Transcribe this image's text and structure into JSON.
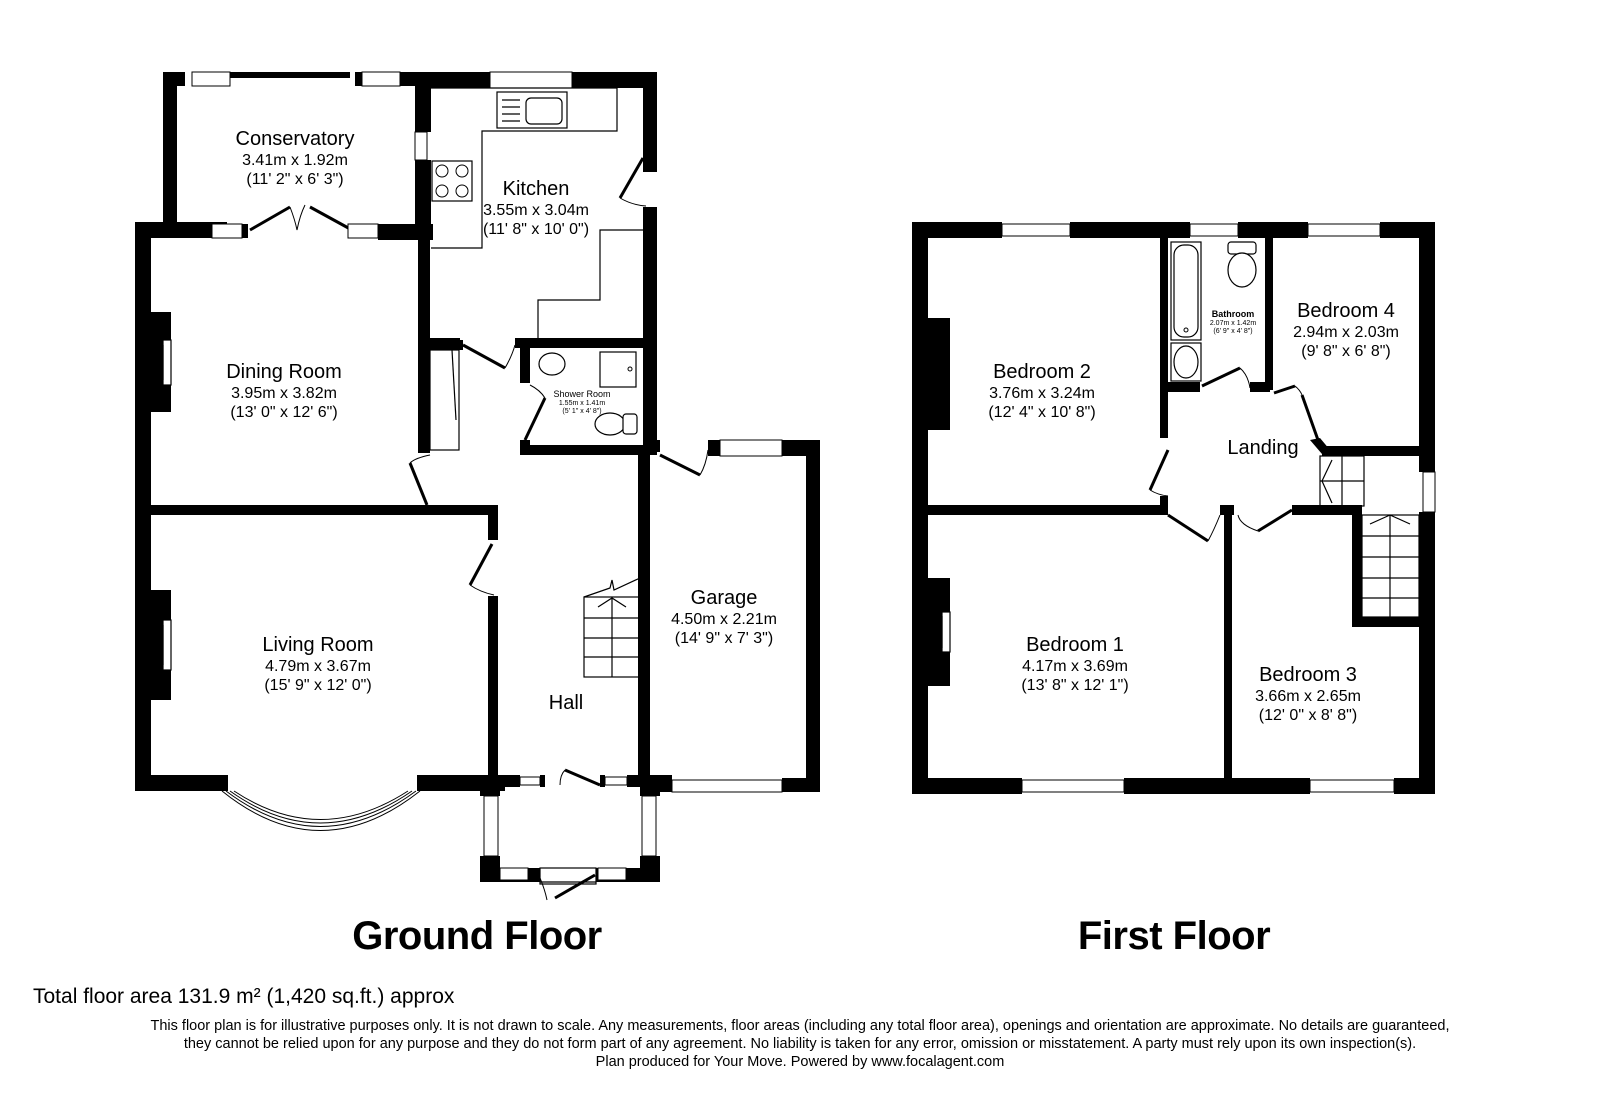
{
  "floors": [
    {
      "title": "Ground Floor",
      "rooms": [
        {
          "name": "Conservatory",
          "metric": "3.41m x 1.92m",
          "imperial": "(11' 2\" x 6' 3\")"
        },
        {
          "name": "Kitchen",
          "metric": "3.55m x 3.04m",
          "imperial": "(11' 8\" x 10' 0\")"
        },
        {
          "name": "Dining Room",
          "metric": "3.95m x 3.82m",
          "imperial": "(13' 0\" x 12' 6\")"
        },
        {
          "name": "Shower Room",
          "metric": "1.55m x 1.41m",
          "imperial": "(5' 1\" x 4' 8\")"
        },
        {
          "name": "Living Room",
          "metric": "4.79m x 3.67m",
          "imperial": "(15' 9\" x 12' 0\")"
        },
        {
          "name": "Garage",
          "metric": "4.50m x 2.21m",
          "imperial": "(14' 9\" x 7' 3\")"
        },
        {
          "name": "Hall",
          "metric": "",
          "imperial": ""
        }
      ]
    },
    {
      "title": "First Floor",
      "rooms": [
        {
          "name": "Bedroom 2",
          "metric": "3.76m x 3.24m",
          "imperial": "(12' 4\" x 10' 8\")"
        },
        {
          "name": "Bathroom",
          "metric": "2.07m x 1.42m",
          "imperial": "(6' 9\" x 4' 8\")"
        },
        {
          "name": "Bedroom 4",
          "metric": "2.94m x 2.03m",
          "imperial": "(9' 8\" x 6' 8\")"
        },
        {
          "name": "Landing",
          "metric": "",
          "imperial": ""
        },
        {
          "name": "Bedroom 1",
          "metric": "4.17m x 3.69m",
          "imperial": "(13' 8\" x 12' 1\")"
        },
        {
          "name": "Bedroom 3",
          "metric": "3.66m x 2.65m",
          "imperial": "(12' 0\" x 8' 8\")"
        }
      ]
    }
  ],
  "footer": {
    "total_area": "Total floor area 131.9 m² (1,420 sq.ft.) approx",
    "disclaimer_lines": [
      "This floor plan is for illustrative purposes only. It is not drawn to scale. Any measurements, floor areas (including any total floor area), openings and orientation are approximate. No details are guaranteed,",
      "they cannot be relied upon for any purpose and they do not form part of any agreement. No liability is taken for any error, omission or misstatement. A party must rely upon its own inspection(s).",
      "Plan produced for Your Move. Powered by www.focalagent.com"
    ]
  }
}
